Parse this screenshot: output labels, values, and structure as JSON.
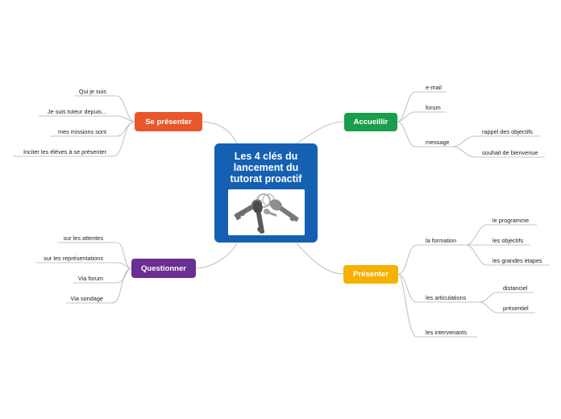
{
  "center": {
    "title_lines": [
      "Les 4 clés du",
      "lancement du",
      "tutorat proactif"
    ],
    "image": "keys-photo"
  },
  "branches": {
    "se_presenter": {
      "label": "Se présenter",
      "color": "#e8572a",
      "leaves": [
        "Qui je suis",
        "Je suis tuteur depuis...",
        "mes missions sont",
        "Inciter les élèves à se présenter"
      ]
    },
    "questionner": {
      "label": "Questionner",
      "color": "#6a2f91",
      "leaves": [
        "sur les attentes",
        "sur les représentations",
        "Via forum",
        "Via sondage"
      ]
    },
    "accueillir": {
      "label": "Accueillir",
      "color": "#1a9e4b",
      "leaves": [
        "e-mail",
        "forum",
        "message"
      ],
      "message_children": [
        "rappel des objectifs",
        "souhait de bienvenue"
      ]
    },
    "presenter": {
      "label": "Présenter",
      "color": "#f5b000",
      "leaves": [
        "la formation",
        "les articulations",
        "les intervenants"
      ],
      "formation_children": [
        "le programme",
        "les objectifs",
        "les grandes étapes"
      ],
      "articulations_children": [
        "distanciel",
        "présentiel"
      ]
    }
  }
}
